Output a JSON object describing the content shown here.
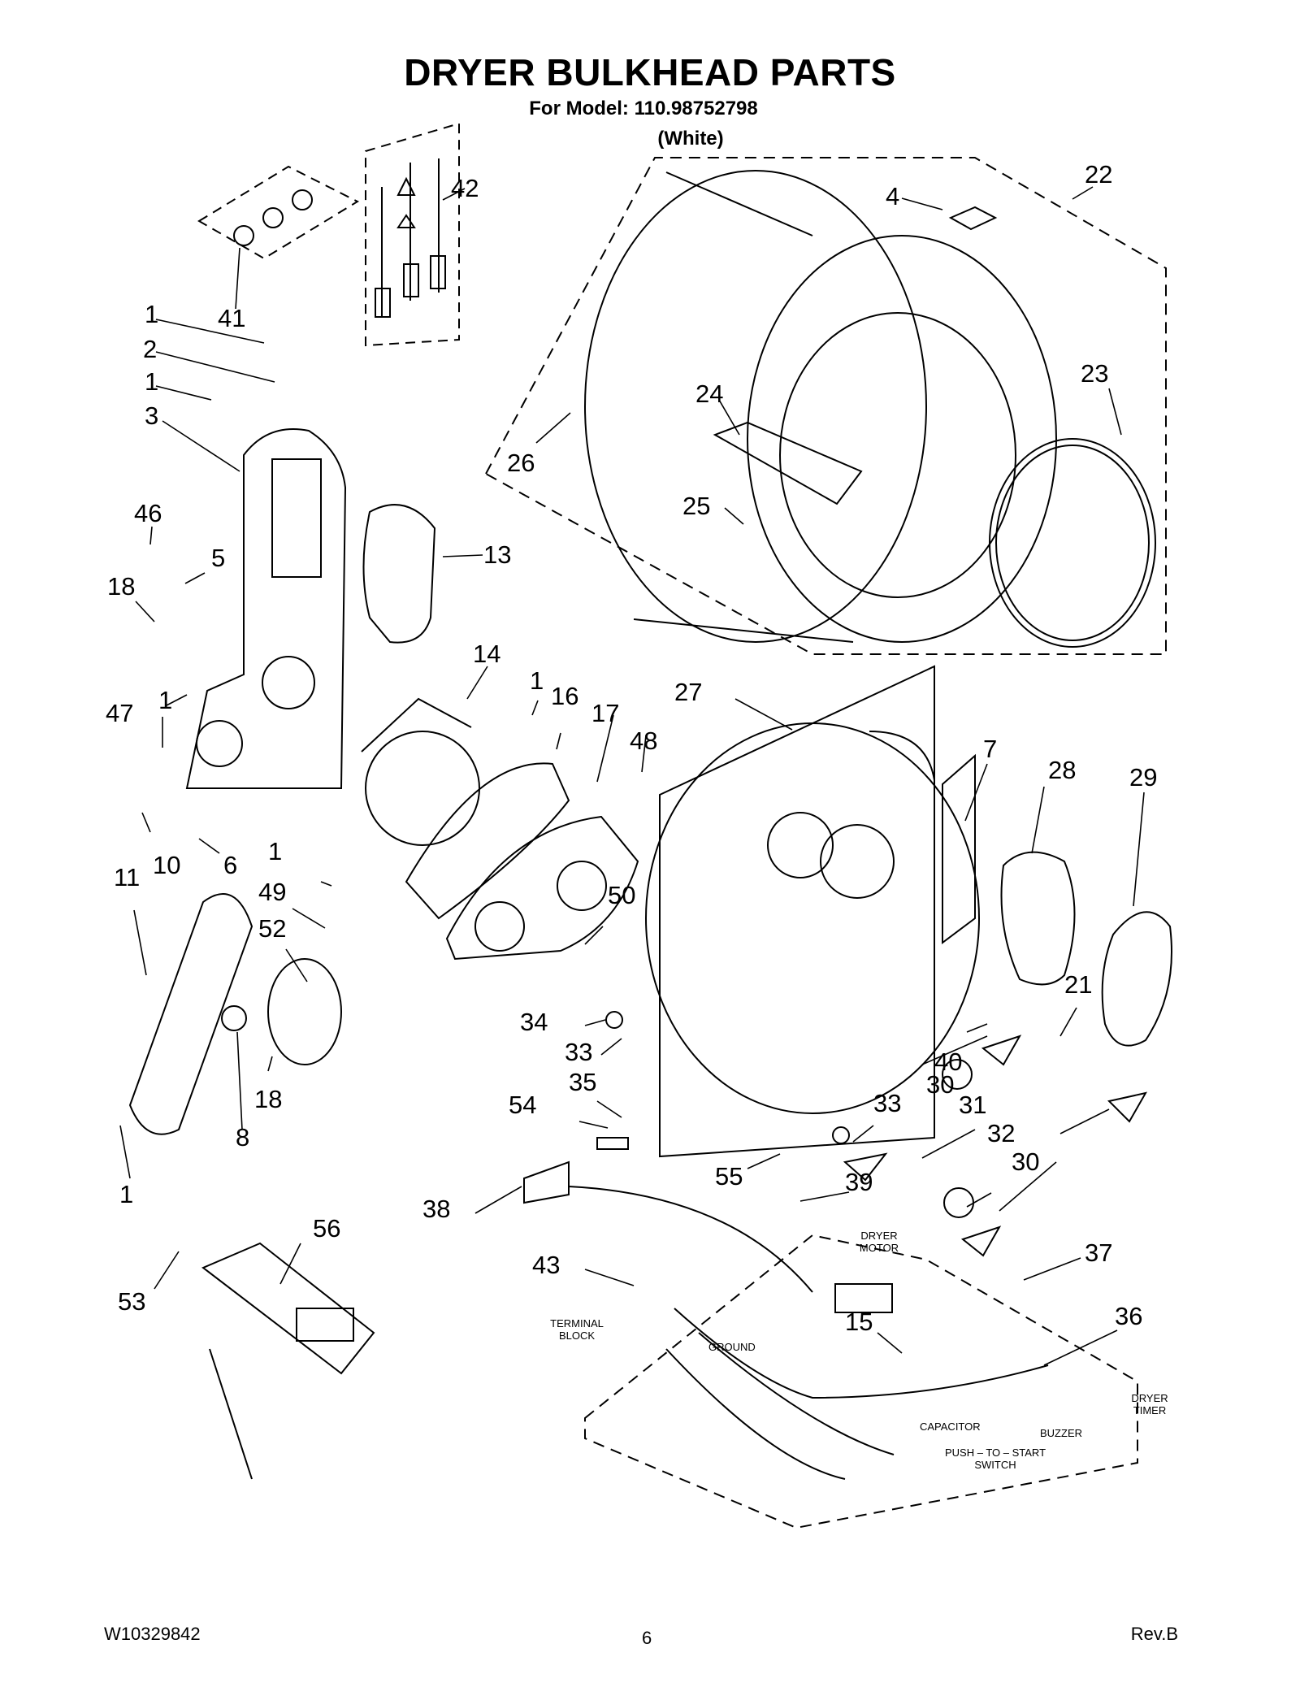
{
  "title": "DRYER BULKHEAD PARTS",
  "subtitle": "For Model: 110.98752798",
  "color_variant": "(White)",
  "footer": {
    "doc_number": "W10329842",
    "page": "6",
    "revision": "Rev.B"
  },
  "callouts": [
    "42",
    "22",
    "4",
    "41",
    "1",
    "2",
    "1",
    "3",
    "23",
    "24",
    "26",
    "25",
    "46",
    "5",
    "13",
    "18",
    "14",
    "1",
    "16",
    "17",
    "48",
    "27",
    "7",
    "28",
    "29",
    "47",
    "1",
    "10",
    "6",
    "1",
    "11",
    "49",
    "52",
    "50",
    "21",
    "34",
    "33",
    "40",
    "30",
    "18",
    "8",
    "35",
    "54",
    "33",
    "31",
    "32",
    "30",
    "1",
    "55",
    "39",
    "38",
    "56",
    "37",
    "43",
    "53",
    "15",
    "36"
  ],
  "part_labels": {
    "dryer_motor": "DRYER MOTOR",
    "terminal_block": "TERMINAL BLOCK",
    "ground": "GROUND",
    "capacitor": "CAPACITOR",
    "buzzer": "BUZZER",
    "dryer_timer": "DRYER TIMER",
    "push_to_start": "PUSH – TO – START SWITCH"
  }
}
